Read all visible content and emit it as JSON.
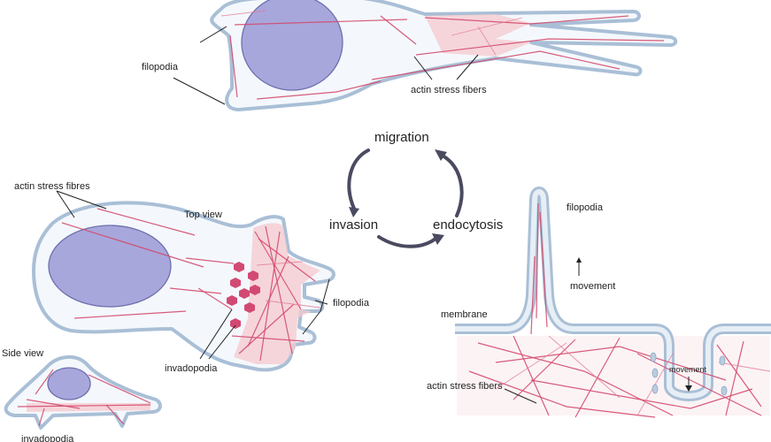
{
  "labels": {
    "top_filopodia": "filopodia",
    "top_stress": "actin stress fibers",
    "cycle_migration": "migration",
    "cycle_invasion": "invasion",
    "cycle_endocytosis": "endocytosis",
    "left_stress": "actin stress fibres",
    "top_view": "Top view",
    "left_filopodia": "filopodia",
    "invadopodia": "invadopodia",
    "side_view": "Side view",
    "side_invadopodia": "invadopodia",
    "right_filopodia": "filopodia",
    "right_movement_up": "movement",
    "membrane": "membrane",
    "right_movement_down": "movement",
    "right_stress": "actin stress fibers"
  },
  "colors": {
    "membrane": "#a9bfd6",
    "cytoplasm": "#f4f8fc",
    "actin": "#d44a6e",
    "cortex": "#f5c9cf",
    "nucleus": "#a7a7dc",
    "arrow": "#4a4a60"
  }
}
